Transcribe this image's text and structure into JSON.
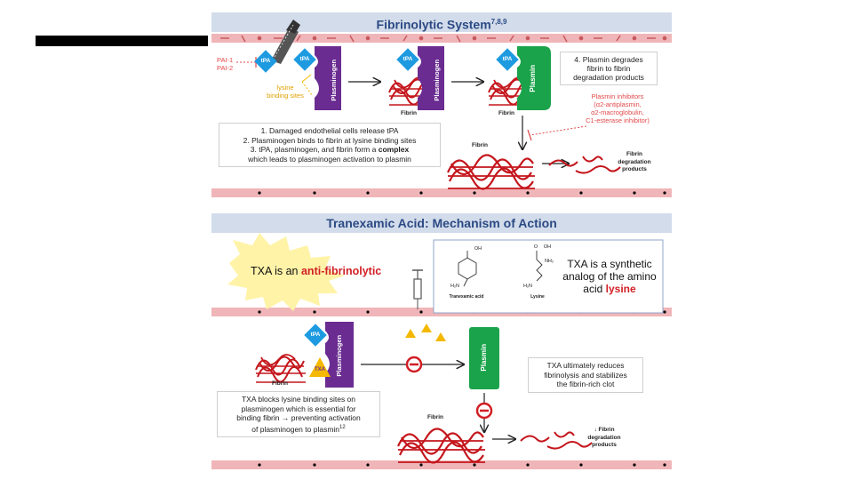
{
  "panel1": {
    "title": "Fibrinolytic System",
    "title_refs": "7,8,9",
    "pai1": "PAI-1",
    "pai2": "PAI-2",
    "tpa": "tPA",
    "plasminogen": "Plasminogen",
    "plasmin": "Plasmin",
    "lysine_sites": "lysine\nbinding sites",
    "fibrin": "Fibrin",
    "step4": "4. Plasmin degrades\nfibrin to fibrin\ndegradation products",
    "inhibitors": "Plasmin inhibitors\n(α2-antiplasmin,\nα2-macroglobulin,\nC1-esterase inhibitor)",
    "steps_1_3_line1": "1. Damaged endothelial cells release tPA",
    "steps_1_3_line2": "2. Plasminogen binds to fibrin at lysine binding sites",
    "steps_1_3_line3a": "3. tPA, plasminogen, and fibrin form a ",
    "steps_1_3_line3b": "complex",
    "steps_1_3_line4": "which leads to plasminogen activation to plasmin",
    "fdp": "Fibrin\ndegradation\nproducts"
  },
  "panel2": {
    "title": "Tranexamic Acid: Mechanism of Action",
    "burst_prefix": "TXA is an ",
    "burst_highlight": "anti-fibrinolytic",
    "txa_analog_prefix": "TXA is a synthetic\nanalog of the amino\nacid ",
    "txa_analog_highlight": "lysine",
    "struct_label_1": "Tranexamic acid",
    "struct_label_2": "Lysine",
    "oh": "OH",
    "o": "O",
    "nh2": "NH₂",
    "h2n": "H₂N",
    "tpa": "tPA",
    "txa": "TXA",
    "plasminogen": "Plasminogen",
    "plasmin": "Plasmin",
    "fibrin": "Fibrin",
    "reduces": "TXA ultimately reduces\nfibrinolysis and stabilizes\nthe fibrin-rich clot",
    "blocks_line1": "TXA blocks lysine binding sites on",
    "blocks_line2": "plasminogen which is essential for",
    "blocks_line3": "binding fibrin → preventing activation",
    "blocks_line4": "of plasminogen to plasmin",
    "blocks_ref": "12",
    "fdp": "↓ Fibrin\ndegradation\nproducts"
  },
  "colors": {
    "blue": "#1e9be0",
    "purple": "#6a2c91",
    "green": "#1aa34a",
    "red_fibrin": "#c4161c",
    "vessel": "#f0b5b8",
    "title_bg": "#d3dcea",
    "txa_yellow": "#f5b800"
  }
}
